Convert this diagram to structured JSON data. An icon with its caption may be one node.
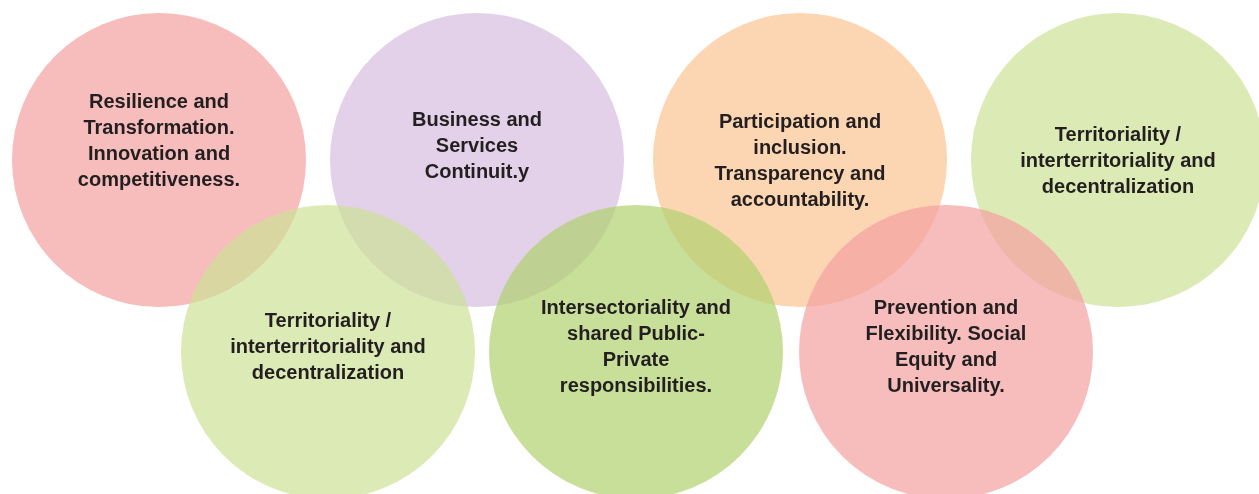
{
  "diagram": {
    "nodes": [
      {
        "text": [
          "Resilience and Transformation. Innovation and competitiveness."
        ]
      },
      {
        "text": [
          "Business and Services Continuit.y"
        ]
      },
      {
        "text": [
          "Participation and inclusion. Transparency and accountability."
        ]
      },
      {
        "text": [
          "Territoriality / interterritoriality and decentralization"
        ]
      },
      {
        "text": [
          "Territoriality / interterritoriality and decentralization"
        ]
      },
      {
        "text": [
          "Intersectoriality and shared Public-Private responsibilities."
        ]
      },
      {
        "text": [
          "Prevention and Flexibility. Social Equity and Universality."
        ]
      }
    ]
  }
}
